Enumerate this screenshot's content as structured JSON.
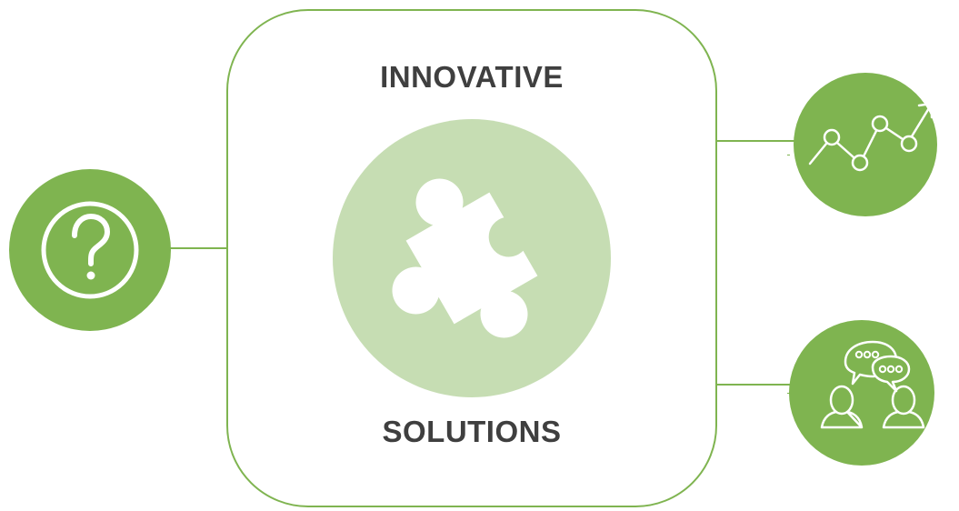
{
  "diagram": {
    "top_label": "INNOVATIVE",
    "bottom_label": "SOLUTIONS",
    "nodes": [
      {
        "name": "question",
        "icon": "question-mark-icon"
      },
      {
        "name": "growth",
        "icon": "trend-chart-icon"
      },
      {
        "name": "communication",
        "icon": "people-chat-icon"
      },
      {
        "name": "center",
        "icon": "puzzle-piece-icon"
      }
    ]
  },
  "colors": {
    "accent": "#7fb450",
    "center_fill": "#c6ddb3",
    "text": "#3f3f3f"
  }
}
